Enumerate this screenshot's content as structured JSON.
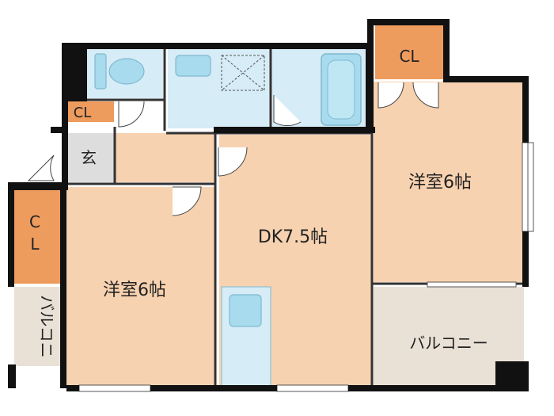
{
  "rooms": {
    "western_room_right": "洋室6帖",
    "western_room_left": "洋室6帖",
    "dining_kitchen": "DK7.5帖",
    "balcony_right": "バルコニー",
    "balcony_left": "バルコニ",
    "entrance": "玄"
  },
  "closets": {
    "top_right": "CL",
    "small_left": "CL",
    "vertical_left_top": "C",
    "vertical_left_bottom": "L"
  },
  "colors": {
    "wall": "#111111",
    "room_floor": "#f7d2b0",
    "closet": "#ee9b5e",
    "wet_area": "#d6ecf7",
    "fixture": "#a8dbee",
    "balcony": "#e9e1d6",
    "entrance_floor": "#dddddd"
  }
}
